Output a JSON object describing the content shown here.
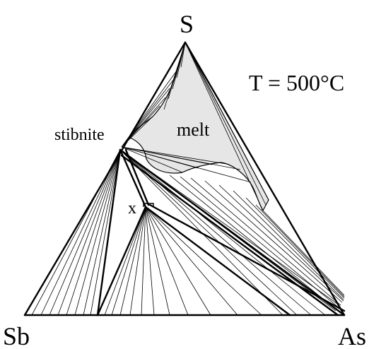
{
  "diagram": {
    "vertices": {
      "top": "S",
      "left": "Sb",
      "right": "As"
    },
    "temperature": "T = 500°C",
    "labels": {
      "phase_point": "stibnite",
      "liquid_field": "melt",
      "marker": "x"
    },
    "colors": {
      "melt_fill": "#e6e6e6",
      "line": "#000000",
      "background": "#ffffff"
    }
  }
}
